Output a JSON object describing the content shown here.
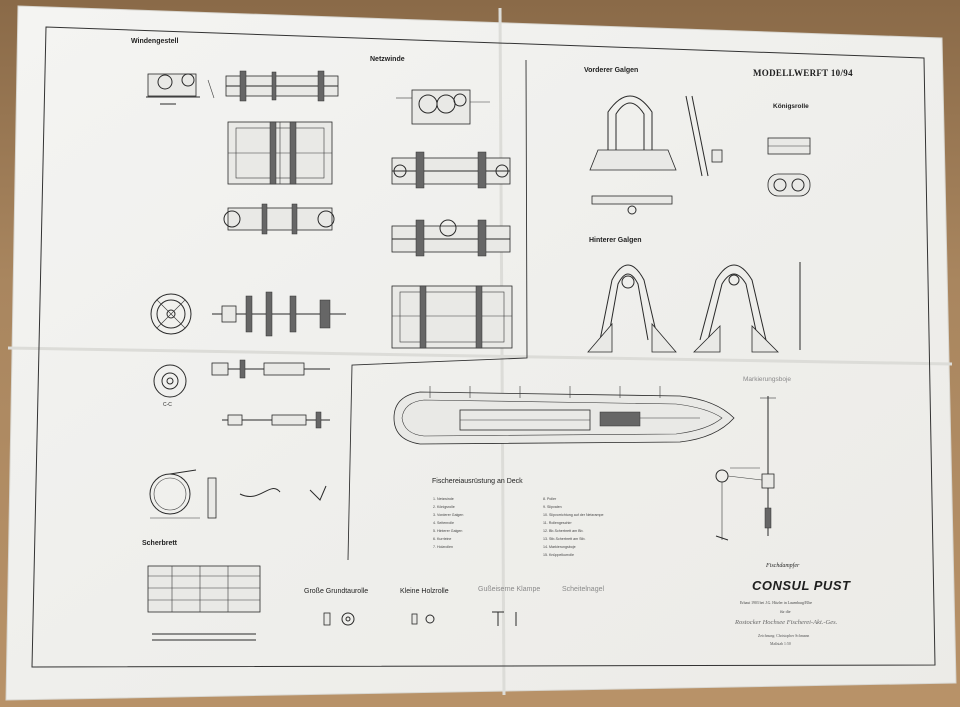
{
  "sections": {
    "windengestell": "Windengestell",
    "netzwinde": "Netzwinde",
    "vorderer_galgen": "Vorderer Galgen",
    "koenigsrolle": "Königsrolle",
    "hinterer_galgen": "Hinterer Galgen",
    "markierungsboje": "Markierungsboje",
    "scherbrett": "Scherbrett",
    "fischereiausruestung": "Fischereiausrüstung an Deck"
  },
  "magazine_mark": "MODELLWERFT 10/94",
  "section_labels": {
    "cc": "C-C"
  },
  "small_parts": {
    "grosse_grundtaurolle": "Große Grundtaurolle",
    "kleine_holzrolle": "Kleine Holzrolle",
    "gusseiserne_klampe": "Gußeiserne Klampe",
    "scheitel": "Scheitelnagel"
  },
  "legend_left": [
    "1. Netzwinde",
    "2. Königsrolle",
    "3. Vorderer Galgen",
    "4. Seitenrolle",
    "5. Hinterer Galgen",
    "6. Kurrleine",
    "7. Holzrollen"
  ],
  "legend_right": [
    "8. Poller",
    "9. Slipvalen",
    "10. Slipvorrichtung auf der Netzrampe",
    "11. Rollengeschirr",
    "12. Bb-Scherbrett am Bb.",
    "13. Stb-Scherbrett am Stb.",
    "14. Markierungsboje",
    "15. Knüppelkurrolle"
  ],
  "title_block": {
    "type": "Fischdampfer",
    "name": "CONSUL PUST",
    "line1": "Erbaut 1903 bei J.G. Hitzler in Lauenburg/Elbe",
    "line2": "für die",
    "owner": "Rostocker Hochsee Fischerei-Akt.-Ges.",
    "line3": "Zeichnung: Christopher Schmann",
    "line4": "Maßstab 1:50"
  },
  "colors": {
    "paper": "#f3f3f1",
    "ink": "#2a2a2a",
    "table": "#a9865f"
  }
}
